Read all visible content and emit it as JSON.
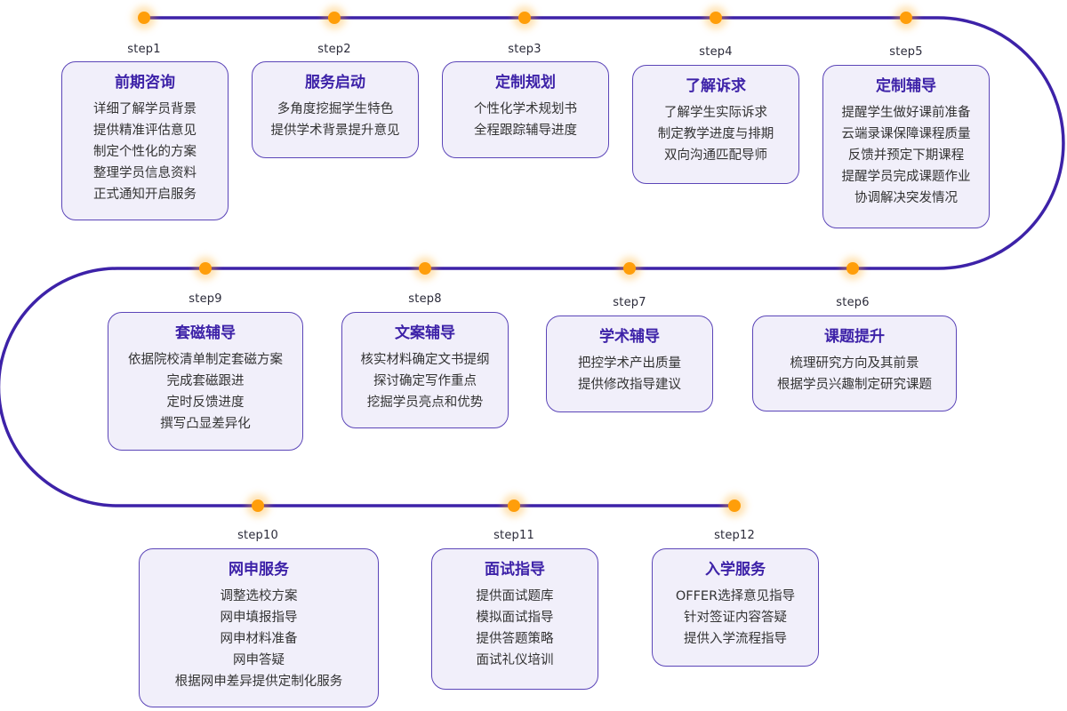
{
  "colors": {
    "track": "#3d22a8",
    "dot": "#ff9e0a",
    "card_background": "#f1effa",
    "card_border": "#5b45b8",
    "title": "#3d22a8",
    "text": "#333333"
  },
  "steps": [
    {
      "label": "step1",
      "title": "前期咨询",
      "items": [
        "详细了解学员背景",
        "提供精准评估意见",
        "制定个性化的方案",
        "整理学员信息资料",
        "正式通知开启服务"
      ]
    },
    {
      "label": "step2",
      "title": "服务启动",
      "items": [
        "多角度挖掘学生特色",
        "提供学术背景提升意见"
      ]
    },
    {
      "label": "step3",
      "title": "定制规划",
      "items": [
        "个性化学术规划书",
        "全程跟踪辅导进度"
      ]
    },
    {
      "label": "step4",
      "title": "了解诉求",
      "items": [
        "了解学生实际诉求",
        "制定教学进度与排期",
        "双向沟通匹配导师"
      ]
    },
    {
      "label": "step5",
      "title": "定制辅导",
      "items": [
        "提醒学生做好课前准备",
        "云端录课保障课程质量",
        "反馈并预定下期课程",
        "提醒学员完成课题作业",
        "协调解决突发情况"
      ]
    },
    {
      "label": "step6",
      "title": "课题提升",
      "items": [
        "梳理研究方向及其前景",
        "根据学员兴趣制定研究课题"
      ]
    },
    {
      "label": "step7",
      "title": "学术辅导",
      "items": [
        "把控学术产出质量",
        "提供修改指导建议"
      ]
    },
    {
      "label": "step8",
      "title": "文案辅导",
      "items": [
        "核实材料确定文书提纲",
        "探讨确定写作重点",
        "挖掘学员亮点和优势"
      ]
    },
    {
      "label": "step9",
      "title": "套磁辅导",
      "items": [
        "依据院校清单制定套磁方案",
        "完成套磁跟进",
        "定时反馈进度",
        "撰写凸显差异化"
      ]
    },
    {
      "label": "step10",
      "title": "网申服务",
      "items": [
        "调整选校方案",
        "网申填报指导",
        "网申材料准备",
        "网申答疑",
        "根据网申差异提供定制化服务"
      ]
    },
    {
      "label": "step11",
      "title": "面试指导",
      "items": [
        "提供面试题库",
        "模拟面试指导",
        "提供答题策略",
        "面试礼仪培训"
      ]
    },
    {
      "label": "step12",
      "title": "入学服务",
      "items": [
        "OFFER选择意见指导",
        "针对签证内容答疑",
        "提供入学流程指导"
      ]
    }
  ]
}
